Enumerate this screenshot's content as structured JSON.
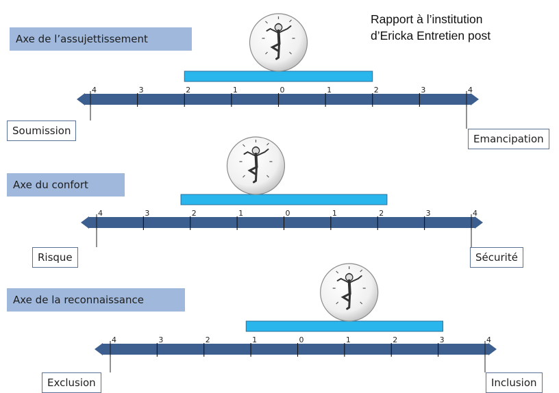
{
  "title_lines": [
    "Rapport à l’institution",
    "d’Ericka Entretien post"
  ],
  "colors": {
    "axis_arrow": "#3d5f8f",
    "range_bar": "#29b6ec",
    "label_bg": "#9fb8dc",
    "box_border": "#5a6f96"
  },
  "axes": [
    {
      "label": "Axe de l’assujettissement",
      "left_end": "Soumission",
      "right_end": "Emancipation",
      "ticks": [
        "4",
        "3",
        "2",
        "1",
        "0",
        "1",
        "2",
        "3",
        "4"
      ],
      "range": [
        -2,
        2
      ],
      "figure_at": 0
    },
    {
      "label": "Axe du confort",
      "left_end": "Risque",
      "right_end": "Sécurité",
      "ticks": [
        "4",
        "3",
        "2",
        "1",
        "0",
        "1",
        "2",
        "3",
        "4"
      ],
      "range": [
        -2.2,
        2.2
      ],
      "figure_at": -0.6
    },
    {
      "label": "Axe de la reconnaissance",
      "left_end": "Exclusion",
      "right_end": "Inclusion",
      "ticks": [
        "4",
        "3",
        "2",
        "1",
        "0",
        "1",
        "2",
        "3",
        "4"
      ],
      "range": [
        -1.1,
        3.1
      ],
      "figure_at": 1.1
    }
  ],
  "icons": {
    "figure": "dancing-man-in-bubble-icon"
  }
}
